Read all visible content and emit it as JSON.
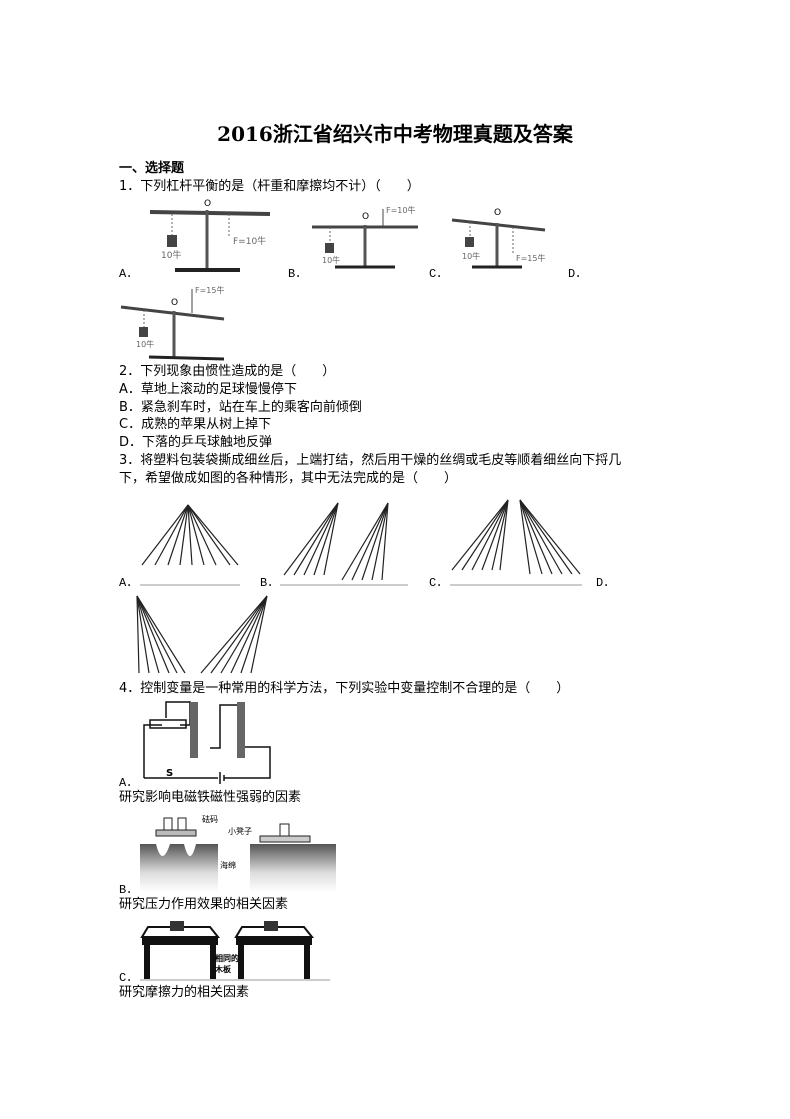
{
  "title": "2016浙江省绍兴市中考物理真题及答案",
  "section": "一、选择题",
  "q1": {
    "stem": "1．下列杠杆平衡的是（杆重和摩擦均不计）（　　）",
    "labels": [
      "A．",
      "B．",
      "C．",
      "D．"
    ],
    "fig": {
      "pivot": "O",
      "weight": "10牛",
      "fA": "F=10牛",
      "fB": "F=10牛",
      "fC": "F=15牛",
      "fD": "F=15牛"
    }
  },
  "q2": {
    "stem": "2．下列现象由惯性造成的是（　　）",
    "options": [
      "A．草地上滚动的足球慢慢停下",
      "B．紧急刹车时，站在车上的乘客向前倾倒",
      "C．成熟的苹果从树上掉下",
      "D．下落的乒乓球触地反弹"
    ]
  },
  "q3": {
    "stem1": "3．将塑料包装袋撕成细丝后，上端打结，然后用干燥的丝绸或毛皮等顺着细丝向下捋几",
    "stem2": "下，希望做成如图的各种情形，其中无法完成的是（　　）",
    "labels": [
      "A．",
      "B．",
      "C．",
      "D．"
    ]
  },
  "q4": {
    "stem": "4．控制变量是一种常用的科学方法，下列实验中变量控制不合理的是（　　）",
    "options": [
      {
        "label": "A．",
        "caption": "研究影响电磁铁磁性强弱的因素"
      },
      {
        "label": "B．",
        "caption": "研究压力作用效果的相关因素"
      },
      {
        "label": "C．",
        "caption": "研究摩擦力的相关因素"
      }
    ],
    "fig": {
      "switch": "S",
      "weights": "砝码",
      "stool": "小凳子",
      "sponge": "海绵",
      "board1": "相同的",
      "board2": "木板"
    }
  }
}
